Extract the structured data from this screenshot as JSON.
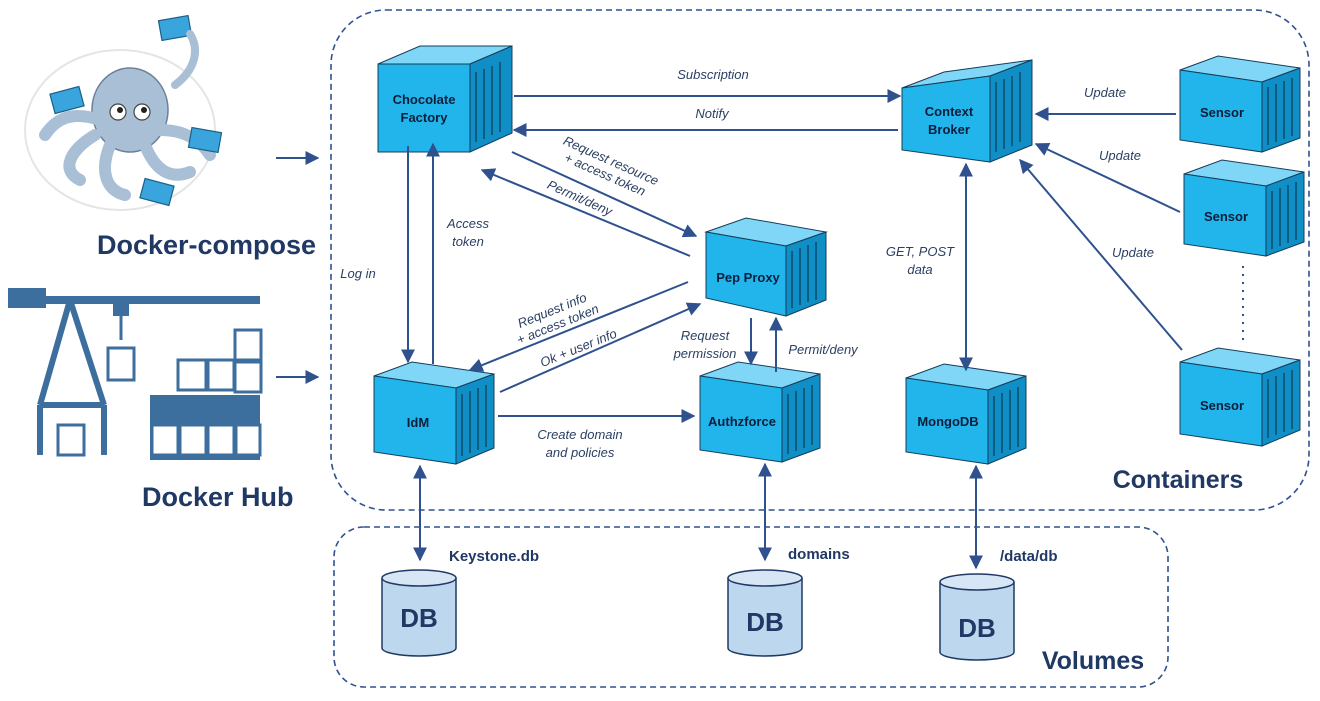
{
  "tools": {
    "compose_label": "Docker-compose",
    "hub_label": "Docker Hub"
  },
  "regions": {
    "containers_label": "Containers",
    "volumes_label": "Volumes"
  },
  "containers": {
    "chocolate_factory": [
      "Chocolate",
      "Factory"
    ],
    "context_broker": [
      "Context",
      "Broker"
    ],
    "pep_proxy": "Pep Proxy",
    "idm": "IdM",
    "authzforce": "Authzforce",
    "mongodb": "MongoDB",
    "sensor_1": "Sensor",
    "sensor_2": "Sensor",
    "sensor_3": "Sensor"
  },
  "edges": {
    "subscription": "Subscription",
    "notify": "Notify",
    "update_1": "Update",
    "update_2": "Update",
    "update_3": "Update",
    "request_resource": [
      "Request resource",
      "+ access token"
    ],
    "permit_deny_1": "Permit/deny",
    "access_token": [
      "Access",
      "token"
    ],
    "log_in": "Log in",
    "get_post": [
      "GET, POST",
      "data"
    ],
    "request_info": [
      "Request info",
      "+ access token"
    ],
    "ok_user_info": "Ok + user info",
    "request_permission": [
      "Request",
      "permission"
    ],
    "permit_deny_2": "Permit/deny",
    "create_domain": [
      "Create domain",
      "and policies"
    ]
  },
  "volumes": {
    "keystone": "Keystone.db",
    "domains": "domains",
    "data_db": "/data/db",
    "db_label_1": "DB",
    "db_label_2": "DB",
    "db_label_3": "DB"
  },
  "colors": {
    "container_front": "#21b5ec",
    "container_top": "#7fd6f7",
    "container_side": "#0f8fc6",
    "arrow": "#2f528f",
    "db_fill": "#bdd7ee",
    "text_dark": "#1f3864",
    "icon_blue": "#3c6e9e"
  }
}
